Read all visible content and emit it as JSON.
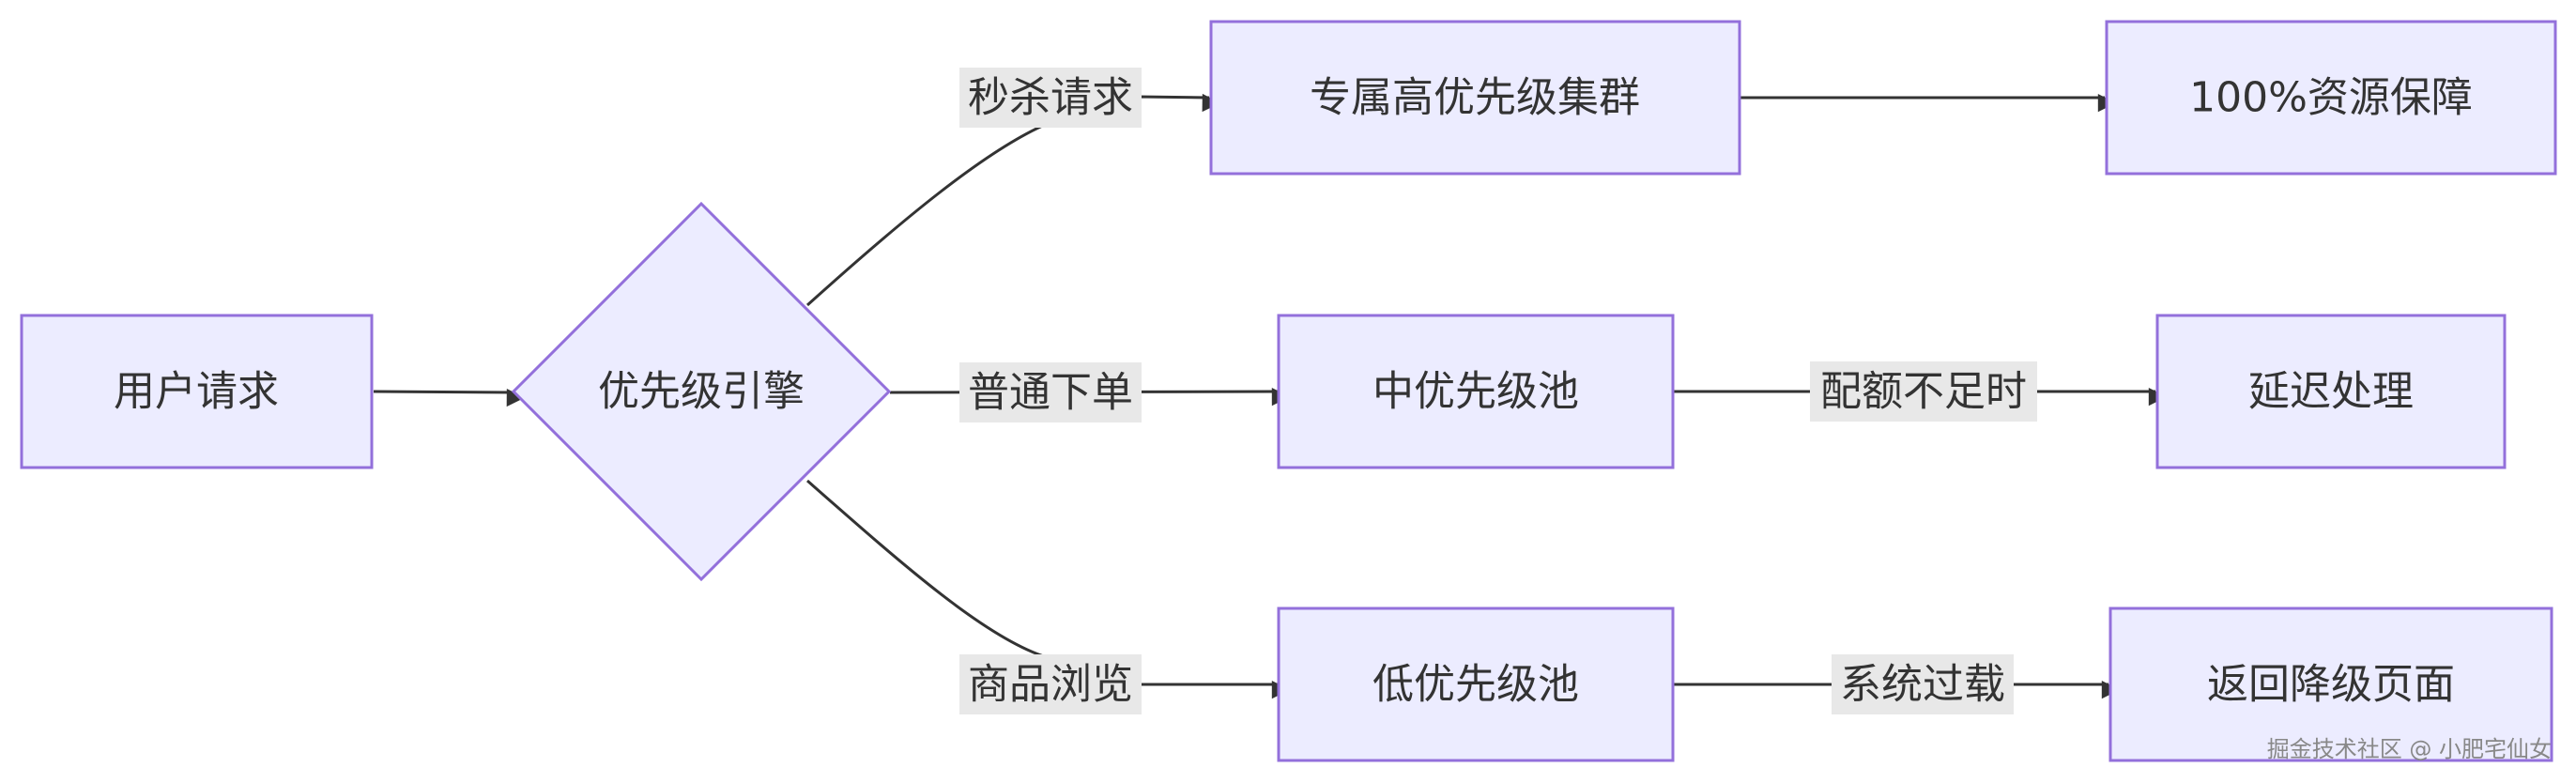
{
  "nodes": {
    "user_request": "用户请求",
    "priority_engine": "优先级引擎",
    "dedicated_cluster": "专属高优先级集群",
    "resource_guarantee": "100%资源保障",
    "mid_pool": "中优先级池",
    "delayed_processing": "延迟处理",
    "low_pool": "低优先级池",
    "downgrade_page": "返回降级页面"
  },
  "edges": {
    "flash_sale": "秒杀请求",
    "normal_order": "普通下单",
    "browse": "商品浏览",
    "quota_short": "配额不足时",
    "overload": "系统过载"
  },
  "watermark": "掘金技术社区 @ 小肥宅仙女",
  "colors": {
    "node_fill": "#ECECFF",
    "node_stroke": "#9370DB",
    "edge": "#333333",
    "label_bg": "#e8e8e8"
  }
}
